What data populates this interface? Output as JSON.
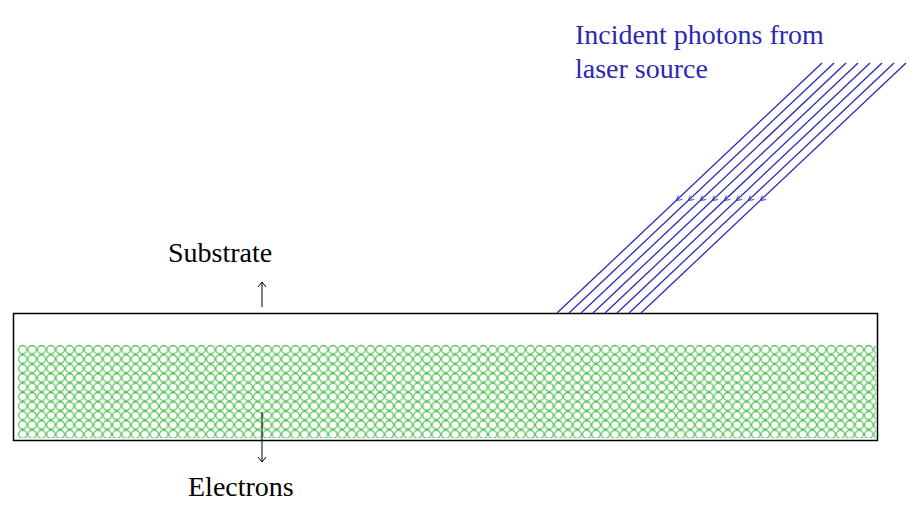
{
  "diagram": {
    "labels": [
      "Incident photons from laser source",
      "Substrate",
      "Electrons"
    ]
  }
}
